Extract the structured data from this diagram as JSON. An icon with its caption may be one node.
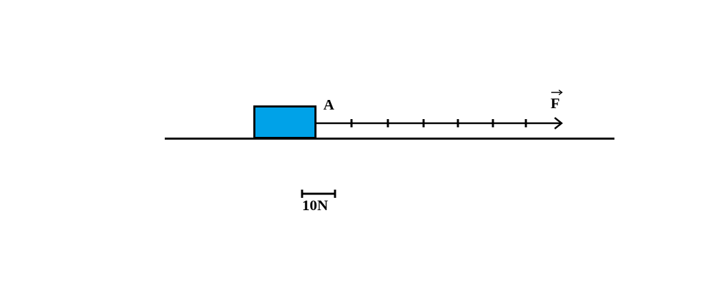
{
  "diagram": {
    "nodes": [
      {
        "text": [],
        "shape": "box"
      }
    ],
    "labels": [
      "A",
      "F",
      "10N"
    ]
  }
}
